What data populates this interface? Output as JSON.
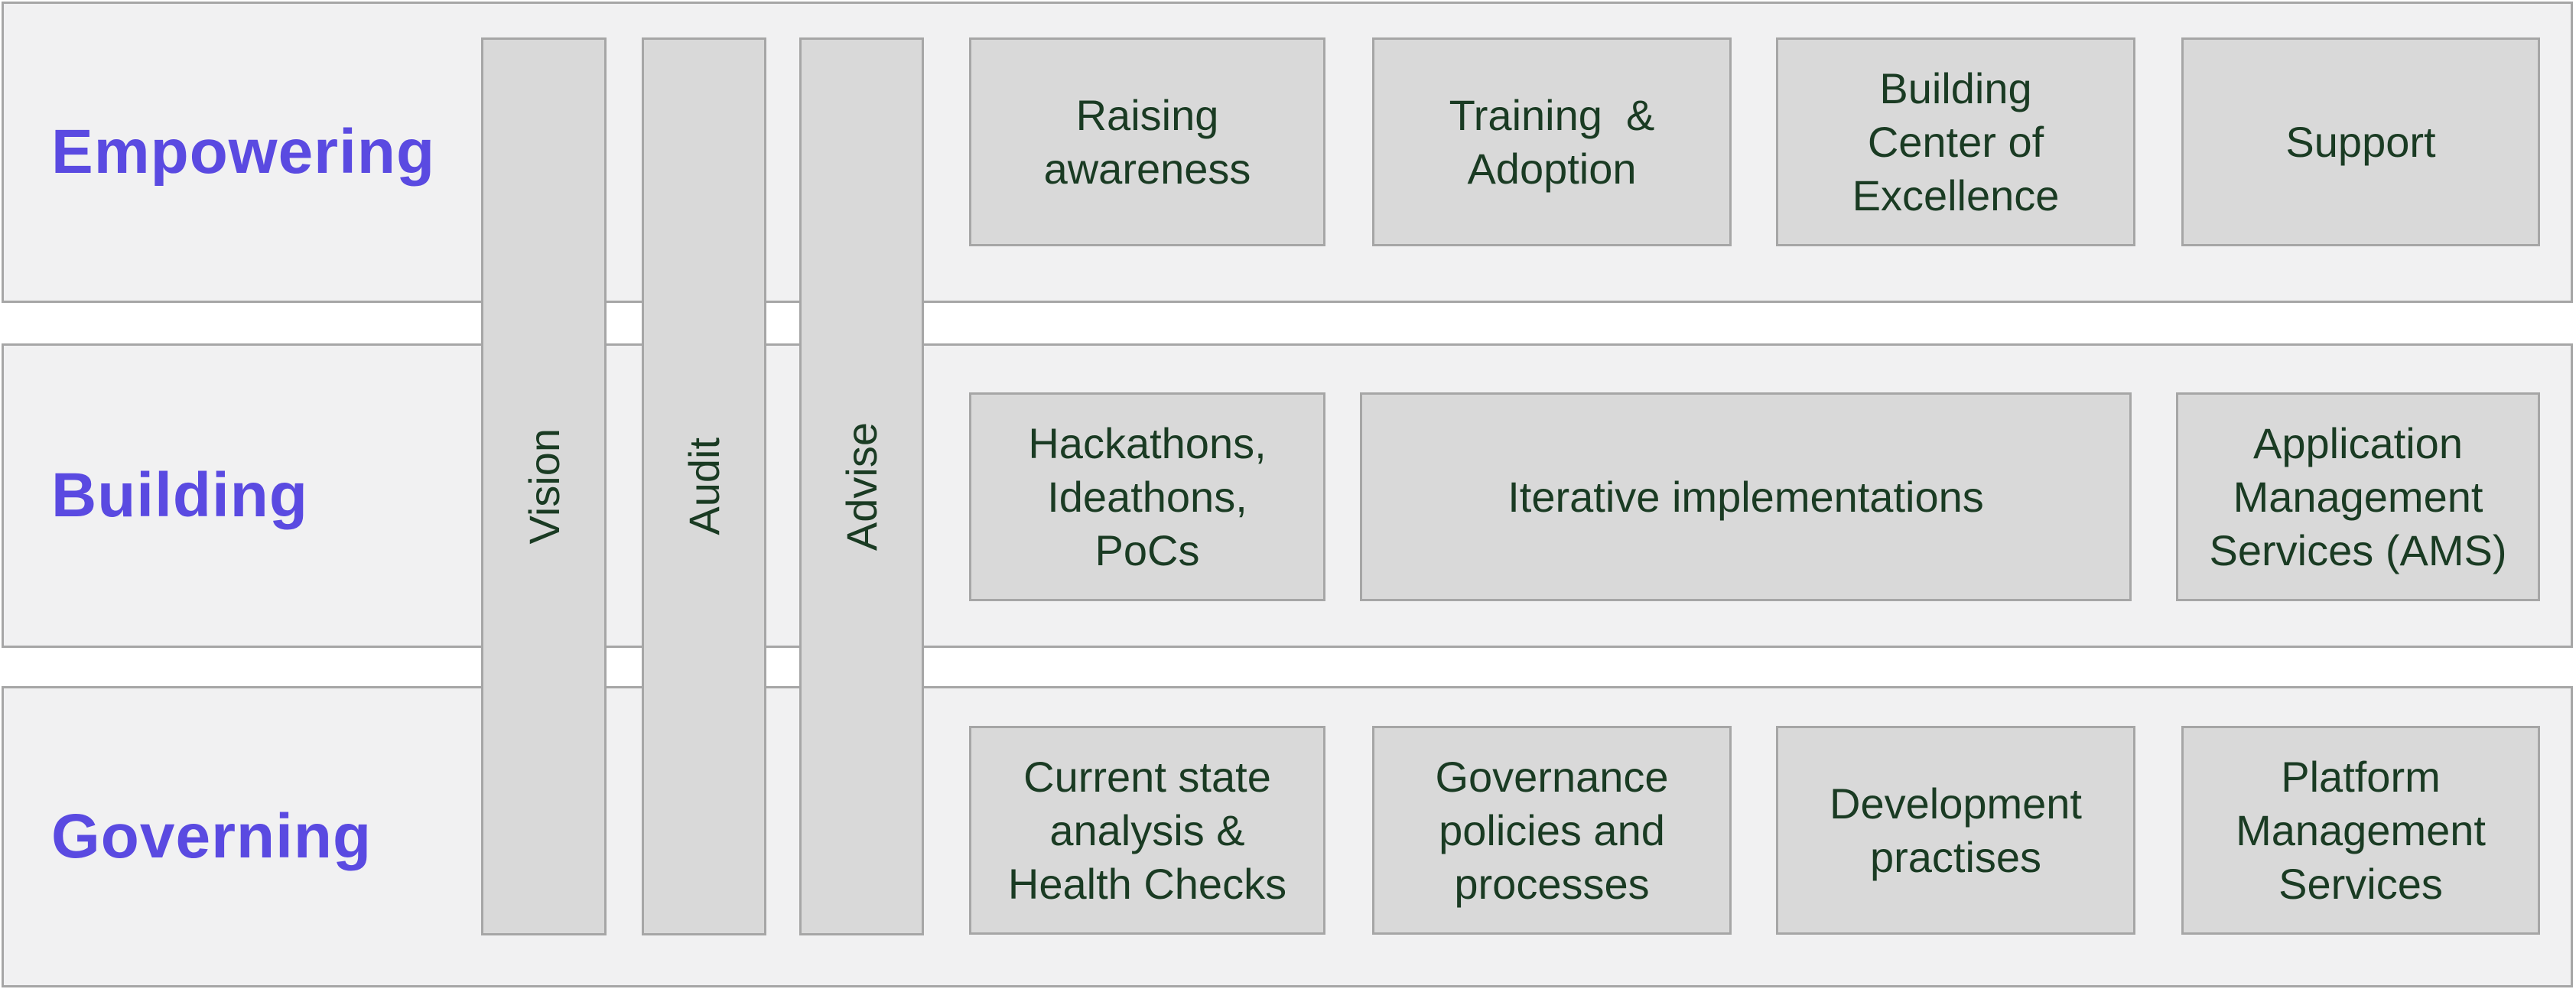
{
  "colors": {
    "band-fill": "#f1f1f2",
    "band-border": "#a6a6a6",
    "box-fill": "#d9d9d9",
    "box-border": "#a6a6a6",
    "box-text": "#1a3b23",
    "title-color": "#5a4ae1"
  },
  "bands": [
    {
      "title": "Empowering"
    },
    {
      "title": "Building"
    },
    {
      "title": "Governing"
    }
  ],
  "pillars": [
    {
      "label": "Vision"
    },
    {
      "label": "Audit"
    },
    {
      "label": "Advise"
    }
  ],
  "rows": [
    {
      "band": "Empowering",
      "boxes": [
        {
          "label": "Raising\nawareness"
        },
        {
          "label": "Training  &\nAdoption"
        },
        {
          "label": "Building\nCenter of\nExcellence"
        },
        {
          "label": "Support"
        }
      ]
    },
    {
      "band": "Building",
      "boxes": [
        {
          "label": "Hackathons,\nIdeathons,\nPoCs"
        },
        {
          "label": "Iterative implementations"
        },
        {
          "label": "Application\nManagement\nServices (AMS)"
        }
      ]
    },
    {
      "band": "Governing",
      "boxes": [
        {
          "label": "Current state\nanalysis &\nHealth Checks"
        },
        {
          "label": "Governance\npolicies and\nprocesses"
        },
        {
          "label": "Development\npractises"
        },
        {
          "label": "Platform\nManagement\nServices"
        }
      ]
    }
  ]
}
